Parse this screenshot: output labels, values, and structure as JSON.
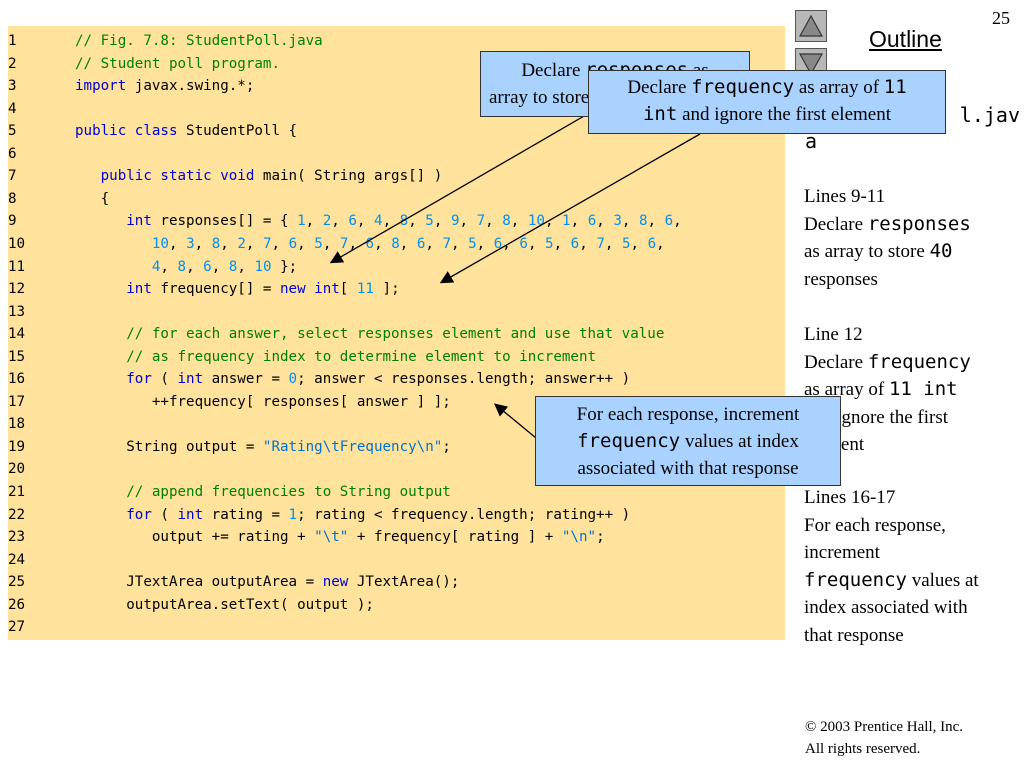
{
  "slide": {
    "page_number": "25",
    "outline_title": "Outline",
    "filename_head": "StudentPoll.jav",
    "filename_visible": "l.jav",
    "filename_tail": "a",
    "footer_line1": "© 2003 Prentice Hall, Inc.",
    "footer_line2": "All rights reserved."
  },
  "nav": {
    "up_icon": "up-triangle-icon",
    "down_icon": "down-triangle-icon"
  },
  "notes": {
    "n1_title": "Lines 9-11",
    "n1_a": "Declare ",
    "n1_b": "responses",
    "n1_c": "as array to store ",
    "n1_d": "40",
    "n1_e": "responses",
    "n2_title": "Line 12",
    "n2_a": "Declare ",
    "n2_b": "frequency",
    "n2_c": "as array of ",
    "n2_d": "11 int",
    "n2_e": "and ignore the first",
    "n2_f": "element",
    "n3_title": "Lines 16-17",
    "n3_a": "For each response,",
    "n3_b": "increment",
    "n3_c": "frequency",
    "n3_d": " values at",
    "n3_e": "index associated with",
    "n3_f": "that response"
  },
  "callouts": {
    "c1_a": "Declare ",
    "c1_b": "responses",
    "c1_c": " as",
    "c1_d": "array to store",
    "c2_a": "Declare ",
    "c2_b": "frequency",
    "c2_c": " as array of ",
    "c2_d": "11",
    "c2_e": "int",
    "c2_f": " and ignore the first element",
    "c3_a": "For each response, increment",
    "c3_b": "frequency",
    "c3_c": " values at index",
    "c3_d": "associated with that response"
  },
  "code_lines": [
    [
      [
        "c",
        "// Fig. 7.8: StudentPoll.java"
      ]
    ],
    [
      [
        "c",
        "// Student poll program."
      ]
    ],
    [
      [
        "k",
        "import"
      ],
      [
        "p",
        " javax.swing.*;"
      ]
    ],
    [],
    [
      [
        "k",
        "public class"
      ],
      [
        "p",
        " StudentPoll {"
      ]
    ],
    [],
    [
      [
        "p",
        "   "
      ],
      [
        "k",
        "public static void"
      ],
      [
        "p",
        " main( String args[] )"
      ]
    ],
    [
      [
        "p",
        "   {"
      ]
    ],
    [
      [
        "p",
        "      "
      ],
      [
        "k",
        "int"
      ],
      [
        "p",
        " responses[] = { "
      ],
      [
        "n",
        "1"
      ],
      [
        "p",
        ", "
      ],
      [
        "n",
        "2"
      ],
      [
        "p",
        ", "
      ],
      [
        "n",
        "6"
      ],
      [
        "p",
        ", "
      ],
      [
        "n",
        "4"
      ],
      [
        "p",
        ", "
      ],
      [
        "n",
        "8"
      ],
      [
        "p",
        ", "
      ],
      [
        "n",
        "5"
      ],
      [
        "p",
        ", "
      ],
      [
        "n",
        "9"
      ],
      [
        "p",
        ", "
      ],
      [
        "n",
        "7"
      ],
      [
        "p",
        ", "
      ],
      [
        "n",
        "8"
      ],
      [
        "p",
        ", "
      ],
      [
        "n",
        "10"
      ],
      [
        "p",
        ", "
      ],
      [
        "n",
        "1"
      ],
      [
        "p",
        ", "
      ],
      [
        "n",
        "6"
      ],
      [
        "p",
        ", "
      ],
      [
        "n",
        "3"
      ],
      [
        "p",
        ", "
      ],
      [
        "n",
        "8"
      ],
      [
        "p",
        ", "
      ],
      [
        "n",
        "6"
      ],
      [
        "p",
        ","
      ]
    ],
    [
      [
        "p",
        "         "
      ],
      [
        "n",
        "10"
      ],
      [
        "p",
        ", "
      ],
      [
        "n",
        "3"
      ],
      [
        "p",
        ", "
      ],
      [
        "n",
        "8"
      ],
      [
        "p",
        ", "
      ],
      [
        "n",
        "2"
      ],
      [
        "p",
        ", "
      ],
      [
        "n",
        "7"
      ],
      [
        "p",
        ", "
      ],
      [
        "n",
        "6"
      ],
      [
        "p",
        ", "
      ],
      [
        "n",
        "5"
      ],
      [
        "p",
        ", "
      ],
      [
        "n",
        "7"
      ],
      [
        "p",
        ", "
      ],
      [
        "n",
        "6"
      ],
      [
        "p",
        ", "
      ],
      [
        "n",
        "8"
      ],
      [
        "p",
        ", "
      ],
      [
        "n",
        "6"
      ],
      [
        "p",
        ", "
      ],
      [
        "n",
        "7"
      ],
      [
        "p",
        ", "
      ],
      [
        "n",
        "5"
      ],
      [
        "p",
        ", "
      ],
      [
        "n",
        "6"
      ],
      [
        "p",
        ", "
      ],
      [
        "n",
        "6"
      ],
      [
        "p",
        ", "
      ],
      [
        "n",
        "5"
      ],
      [
        "p",
        ", "
      ],
      [
        "n",
        "6"
      ],
      [
        "p",
        ", "
      ],
      [
        "n",
        "7"
      ],
      [
        "p",
        ", "
      ],
      [
        "n",
        "5"
      ],
      [
        "p",
        ", "
      ],
      [
        "n",
        "6"
      ],
      [
        "p",
        ","
      ]
    ],
    [
      [
        "p",
        "         "
      ],
      [
        "n",
        "4"
      ],
      [
        "p",
        ", "
      ],
      [
        "n",
        "8"
      ],
      [
        "p",
        ", "
      ],
      [
        "n",
        "6"
      ],
      [
        "p",
        ", "
      ],
      [
        "n",
        "8"
      ],
      [
        "p",
        ", "
      ],
      [
        "n",
        "10"
      ],
      [
        "p",
        " };"
      ]
    ],
    [
      [
        "p",
        "      "
      ],
      [
        "k",
        "int"
      ],
      [
        "p",
        " frequency[] = "
      ],
      [
        "k",
        "new int"
      ],
      [
        "p",
        "[ "
      ],
      [
        "n",
        "11"
      ],
      [
        "p",
        " ];"
      ]
    ],
    [],
    [
      [
        "p",
        "      "
      ],
      [
        "c",
        "// for each answer, select responses element and use that value"
      ]
    ],
    [
      [
        "p",
        "      "
      ],
      [
        "c",
        "// as frequency index to determine element to increment"
      ]
    ],
    [
      [
        "p",
        "      "
      ],
      [
        "k",
        "for"
      ],
      [
        "p",
        " ( "
      ],
      [
        "k",
        "int"
      ],
      [
        "p",
        " answer = "
      ],
      [
        "n",
        "0"
      ],
      [
        "p",
        "; answer < responses.length; answer++ )"
      ]
    ],
    [
      [
        "p",
        "         ++frequency[ responses[ answer ] ];"
      ]
    ],
    [],
    [
      [
        "p",
        "      String output = "
      ],
      [
        "s",
        "\"Rating\\tFrequency\\n\""
      ],
      [
        "p",
        ";"
      ]
    ],
    [],
    [
      [
        "p",
        "      "
      ],
      [
        "c",
        "// append frequencies to String output"
      ]
    ],
    [
      [
        "p",
        "      "
      ],
      [
        "k",
        "for"
      ],
      [
        "p",
        " ( "
      ],
      [
        "k",
        "int"
      ],
      [
        "p",
        " rating = "
      ],
      [
        "n",
        "1"
      ],
      [
        "p",
        "; rating < frequency.length; rating++ )"
      ]
    ],
    [
      [
        "p",
        "         output += rating + "
      ],
      [
        "s",
        "\"\\t\""
      ],
      [
        "p",
        " + frequency[ rating ] + "
      ],
      [
        "s",
        "\"\\n\""
      ],
      [
        "p",
        ";"
      ]
    ],
    [],
    [
      [
        "p",
        "      JTextArea outputArea = "
      ],
      [
        "k",
        "new"
      ],
      [
        "p",
        " JTextArea();"
      ]
    ],
    [
      [
        "p",
        "      outputArea.setText( output );"
      ]
    ],
    []
  ]
}
